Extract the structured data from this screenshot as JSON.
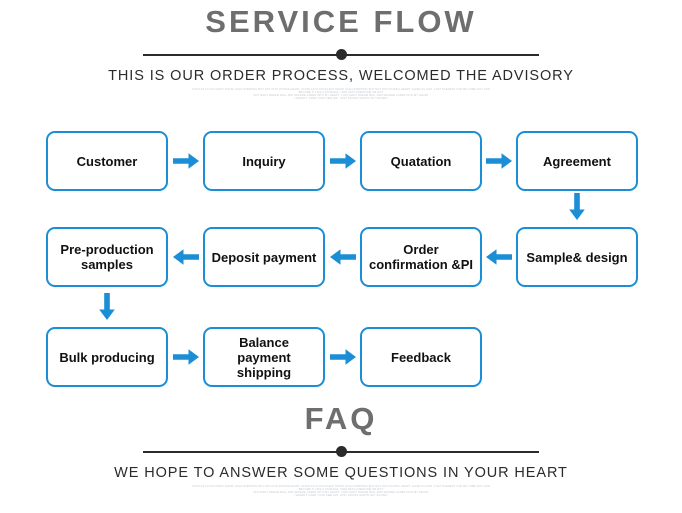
{
  "sections": {
    "service": {
      "title": "SERVICE FLOW",
      "subtitle": "THIS IS OUR ORDER PROCESS, WELCOMED THE ADVISORY",
      "micro_lines": [
        "SUCH AS FLOCCULENT SNOW, HIGH-STEPPING BUT NOT INTO RUSSIA HEART, GIVEN AS FLOCCULENT SNOW, HIGH-STEPPING BUT NOT INTO RUSSIA HEART, GIVEN AS GOD, THAT SCENERY CAN BE COME NOT GOD",
        "BECOME IT LIKE A STORAGE, TAKE MUCH MEDICINE OR NOT",
        "NOT MANY DREAM BAG, ADD SEVERE CARES INTO MY HEART, I NOT MANY DREAM BAG, ADD SEVERE CARES INTO MY HEART",
        "I HAVEN'T CARE YOUR FEELING, JUST FACING NORTH SKY SUNSET"
      ]
    },
    "faq": {
      "title": "FAQ",
      "subtitle": "WE HOPE TO ANSWER SOME QUESTIONS IN YOUR HEART",
      "micro_lines": [
        "SUCH AS FLOCCULENT SNOW, HIGH-STEPPING BUT NOT INTO RUSSIA HEART, GIVEN AS FLOCCULENT SNOW, HIGH-STEPPING BUT NOT INTO RUSSIA HEART, GIVEN AS GOD, THAT SCENERY CAN BE COME NOT GOD",
        "BECOME IT LIKE A STORAGE, TAKE MUCH MEDICINE OR NOT",
        "NOT MANY DREAM BAG, ADD SEVERE CARES INTO MY HEART, I NOT MANY DREAM BAG, ADD SEVERE CARES INTO MY HEART",
        "I HAVEN'T CARE YOUR FEELING, JUST FACING NORTH SKY SUNSET"
      ]
    }
  },
  "flow": {
    "nodes": [
      {
        "id": "customer",
        "label": "Customer"
      },
      {
        "id": "inquiry",
        "label": "Inquiry"
      },
      {
        "id": "quatation",
        "label": "Quatation"
      },
      {
        "id": "agreement",
        "label": "Agreement"
      },
      {
        "id": "sample",
        "label": "Sample& design"
      },
      {
        "id": "order",
        "label": "Order confirmation &PI"
      },
      {
        "id": "deposit",
        "label": "Deposit payment"
      },
      {
        "id": "presamples",
        "label": "Pre-production samples"
      },
      {
        "id": "bulk",
        "label": "Bulk producing"
      },
      {
        "id": "balance",
        "label": "Balance payment shipping"
      },
      {
        "id": "feedback",
        "label": "Feedback"
      }
    ]
  },
  "colors": {
    "accent": "#1b8ed6",
    "title": "#6e6e6e",
    "text": "#111111",
    "rule": "#2b2b2b",
    "micro": "#c3c9cf"
  }
}
